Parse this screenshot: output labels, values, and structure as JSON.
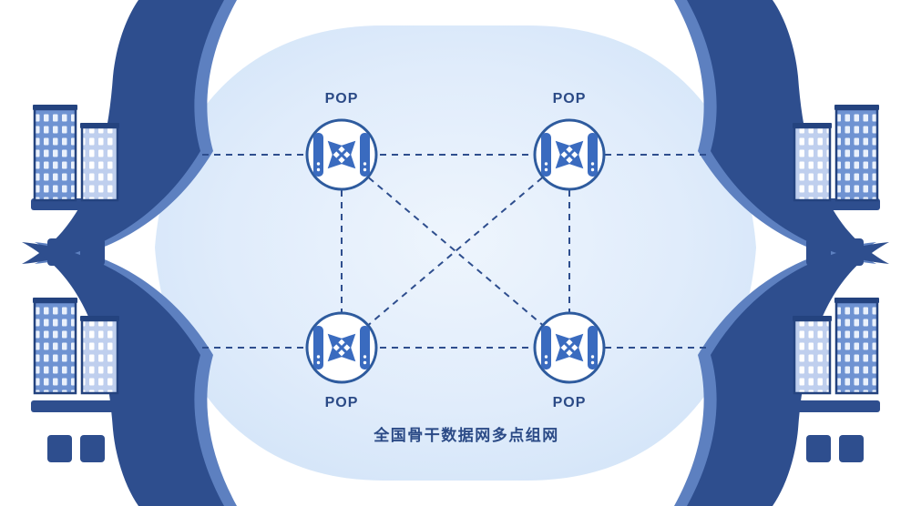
{
  "diagram": {
    "caption": "全国骨干数据网多点组网",
    "nodes": [
      {
        "id": "pop-top-left",
        "label": "POP"
      },
      {
        "id": "pop-top-right",
        "label": "POP"
      },
      {
        "id": "pop-bottom-left",
        "label": "POP"
      },
      {
        "id": "pop-bottom-right",
        "label": "POP"
      }
    ],
    "sites": [
      {
        "id": "site-left-top",
        "icon": "office-buildings"
      },
      {
        "id": "site-right-top",
        "icon": "office-buildings"
      },
      {
        "id": "site-left-bottom",
        "icon": "office-buildings"
      },
      {
        "id": "site-right-bottom",
        "icon": "office-buildings"
      }
    ],
    "links": [
      {
        "from": "pop-top-left",
        "to": "pop-top-right",
        "style": "dashed"
      },
      {
        "from": "pop-bottom-left",
        "to": "pop-bottom-right",
        "style": "dashed"
      },
      {
        "from": "pop-top-left",
        "to": "pop-bottom-left",
        "style": "dashed"
      },
      {
        "from": "pop-top-right",
        "to": "pop-bottom-right",
        "style": "dashed"
      },
      {
        "from": "pop-top-left",
        "to": "pop-bottom-right",
        "style": "dashed"
      },
      {
        "from": "pop-top-right",
        "to": "pop-bottom-left",
        "style": "dashed"
      },
      {
        "from": "site-left-top",
        "to": "pop-top-left",
        "style": "dashed"
      },
      {
        "from": "site-right-top",
        "to": "pop-top-right",
        "style": "dashed"
      },
      {
        "from": "site-left-bottom",
        "to": "pop-bottom-left",
        "style": "dashed"
      },
      {
        "from": "site-right-bottom",
        "to": "pop-bottom-right",
        "style": "dashed"
      }
    ],
    "colors": {
      "cloud": "#d7e8fa",
      "navy": "#2e4e8e",
      "mid_blue": "#5d80c0",
      "node_ring": "#2e5b9e",
      "device_blue": "#3a6bbf",
      "label_text": "#2b4a86"
    }
  }
}
